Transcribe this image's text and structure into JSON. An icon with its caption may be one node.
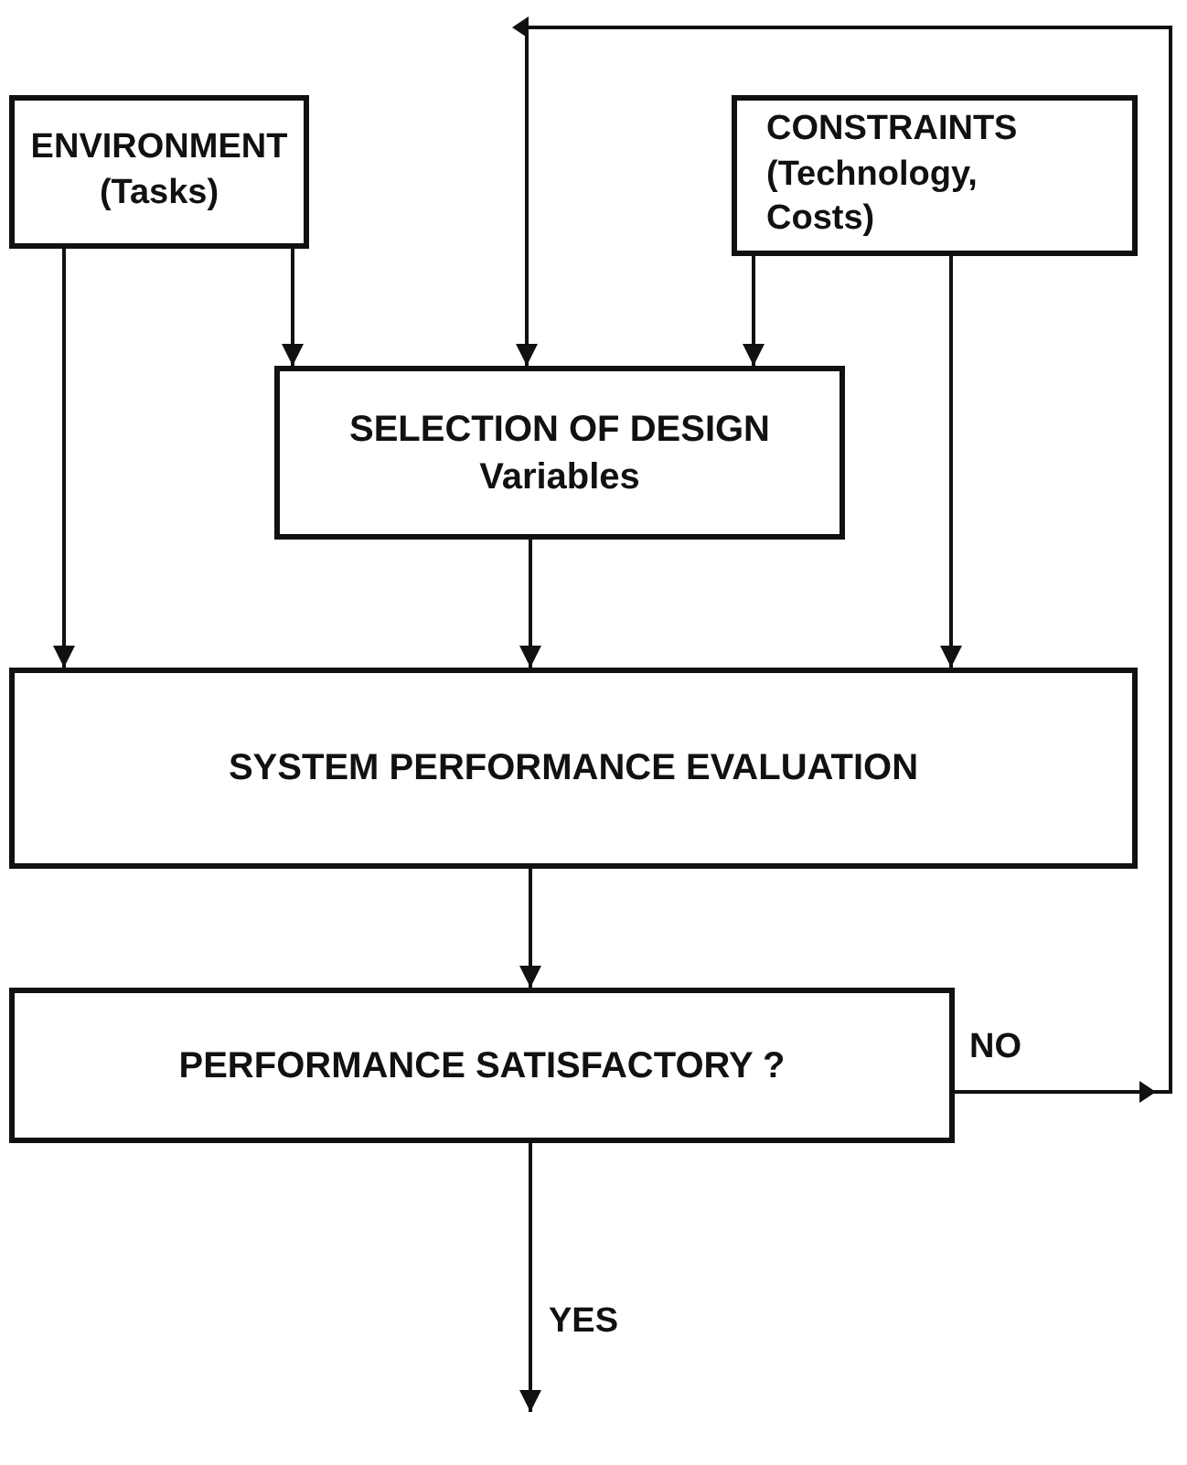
{
  "diagram": {
    "nodes": [
      {
        "text": [
          "ENVIRONMENT (Tasks)"
        ]
      },
      {
        "text": [
          "CONSTRAINTS (Technology, Costs)"
        ]
      },
      {
        "text": [
          "SELECTION OF DESIGN Variables"
        ]
      },
      {
        "text": [
          "SYSTEM PERFORMANCE EVALUATION"
        ]
      },
      {
        "text": [
          "PERFORMANCE SATISFACTORY ?"
        ]
      }
    ],
    "edges": [
      {
        "from": 0,
        "to": 2,
        "arrow": "to"
      },
      {
        "from": 1,
        "to": 2,
        "arrow": "to"
      },
      {
        "from": 0,
        "to": 3,
        "arrow": "to"
      },
      {
        "from": 2,
        "to": 3,
        "arrow": "to"
      },
      {
        "from": 1,
        "to": 3,
        "arrow": "to"
      },
      {
        "from": 3,
        "to": 4,
        "arrow": "to"
      },
      {
        "from": 4,
        "to": 2,
        "arrow": "to",
        "label": "NO"
      },
      {
        "from": 4,
        "to": null,
        "arrow": "to",
        "label": "YES"
      }
    ]
  }
}
